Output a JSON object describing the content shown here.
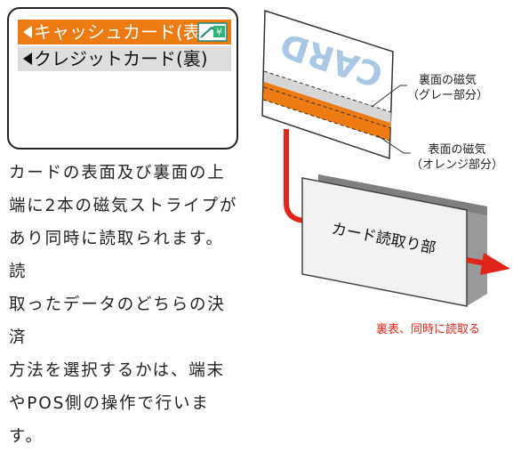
{
  "screen": {
    "row1_label": "キャッシュカード(表)",
    "row2_label": "クレジットカード(裏)",
    "card_icon_mark": "¥"
  },
  "paragraph": {
    "lines": [
      "カードの表面及び裏面の上",
      "端に2本の磁気ストライプが",
      "あり同時に読取られます。読",
      "取ったデータのどちらの決済",
      "方法を選択するかは、端末",
      "やPOS側の操作で行います。"
    ]
  },
  "diagram": {
    "card_text": "CARD",
    "back_stripe": {
      "line1": "裏面の磁気",
      "line2": "（グレー部分）"
    },
    "front_stripe": {
      "line1": "表面の磁気",
      "line2": "（オレンジ部分）"
    },
    "reader_label": "カード読取り部",
    "caption": "裏表、同時に読取る"
  },
  "colors": {
    "orange": "#ee7b12",
    "gray_stripe": "#c8c8c8",
    "red_arrow": "#e0261a",
    "card_text": "#a9c8e6"
  }
}
